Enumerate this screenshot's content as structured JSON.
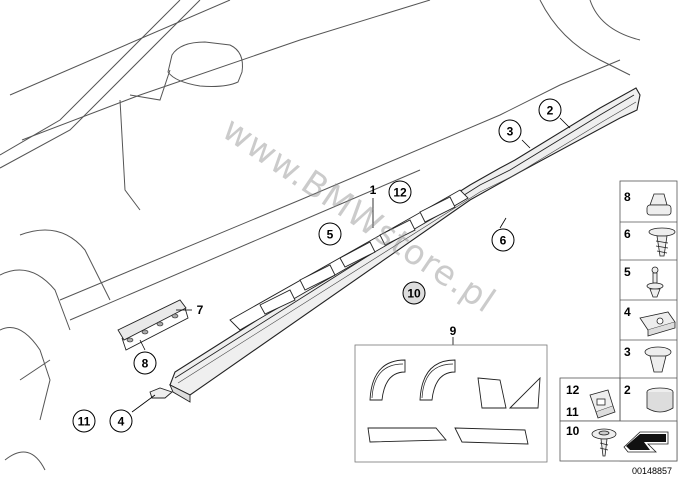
{
  "diagram": {
    "watermark": "www.BMWstore.pl",
    "figure_id": "00148857",
    "callouts": [
      {
        "id": "c1",
        "label": "1"
      },
      {
        "id": "c2",
        "label": "2"
      },
      {
        "id": "c3",
        "label": "3"
      },
      {
        "id": "c4",
        "label": "4"
      },
      {
        "id": "c5",
        "label": "5"
      },
      {
        "id": "c6",
        "label": "6"
      },
      {
        "id": "c7",
        "label": "7"
      },
      {
        "id": "c8",
        "label": "8"
      },
      {
        "id": "c9",
        "label": "9"
      },
      {
        "id": "c10",
        "label": "10"
      },
      {
        "id": "c11",
        "label": "11"
      },
      {
        "id": "c12",
        "label": "12"
      }
    ],
    "parts_panel": [
      {
        "id": "p8",
        "label": "8"
      },
      {
        "id": "p6",
        "label": "6"
      },
      {
        "id": "p5",
        "label": "5"
      },
      {
        "id": "p4",
        "label": "4"
      },
      {
        "id": "p3",
        "label": "3"
      },
      {
        "id": "p2",
        "label": "2"
      },
      {
        "id": "p12",
        "label": "12"
      },
      {
        "id": "p11",
        "label": "11"
      },
      {
        "id": "p10",
        "label": "10"
      }
    ]
  }
}
